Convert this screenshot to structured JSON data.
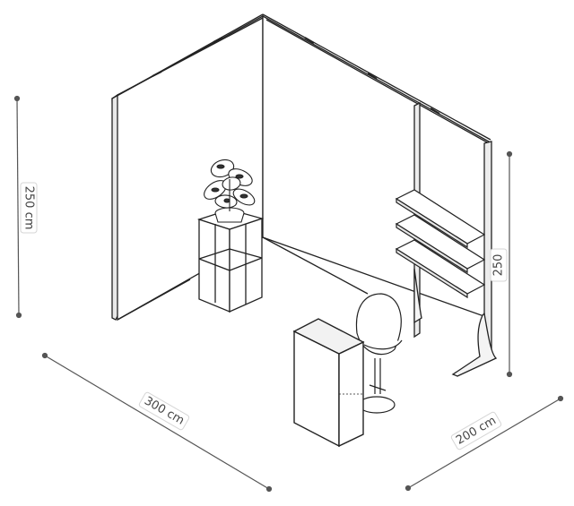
{
  "dimensions": {
    "height_left": "250 cm",
    "height_right": "250",
    "width_front": "300 cm",
    "depth_side": "200 cm"
  },
  "colors": {
    "line": "#222222",
    "dimension_line": "#555555",
    "wall_fill": "#ffffff",
    "panel_edge": "#444444"
  },
  "objects": [
    "back-wall",
    "left-wall",
    "right-wall-panel",
    "cube-shelf",
    "potted-plant",
    "wall-shelves",
    "counter-cabinet",
    "swivel-chair"
  ]
}
